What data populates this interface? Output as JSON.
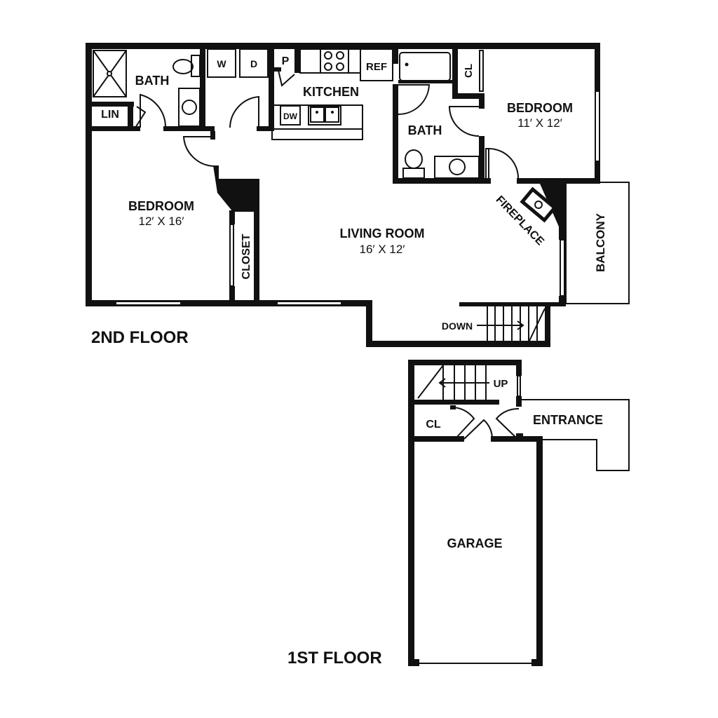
{
  "colors": {
    "wall": "#111111",
    "background": "#ffffff"
  },
  "floors": {
    "second": {
      "title": "2ND FLOOR",
      "rooms": {
        "bath1": "BATH",
        "linen": "LIN",
        "washer": "W",
        "dryer": "D",
        "pantry": "P",
        "kitchen": "KITCHEN",
        "dishwasher": "DW",
        "refrigerator": "REF",
        "closet_bedroom2": "CL",
        "bedroom2": {
          "name": "BEDROOM",
          "size": "11′ X 12′"
        },
        "bath2": "BATH",
        "bedroom1": {
          "name": "BEDROOM",
          "size": "12′ X 16′"
        },
        "closet": "CLOSET",
        "living": {
          "name": "LIVING ROOM",
          "size": "16′ X 12′"
        },
        "fireplace": "FIREPLACE",
        "balcony": "BALCONY",
        "stairs": "DOWN"
      }
    },
    "first": {
      "title": "1ST FLOOR",
      "rooms": {
        "stairs": "UP",
        "closet": "CL",
        "entrance": "ENTRANCE",
        "garage": "GARAGE"
      }
    }
  }
}
